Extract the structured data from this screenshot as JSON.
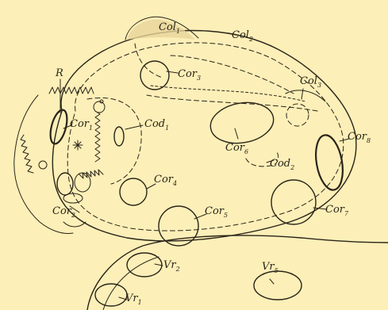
{
  "figure": {
    "labels": {
      "R": "R",
      "col1": {
        "base": "Col",
        "sub": "1"
      },
      "col2": {
        "base": "Col",
        "sub": "2"
      },
      "col3": {
        "base": "Col",
        "sub": "3"
      },
      "cor1": {
        "base": "Cor",
        "sub": "1"
      },
      "cor2": {
        "base": "Cor",
        "sub": "2"
      },
      "cor3": {
        "base": "Cor",
        "sub": "3"
      },
      "cor4": {
        "base": "Cor",
        "sub": "4"
      },
      "cor5": {
        "base": "Cor",
        "sub": "5"
      },
      "cor6": {
        "base": "Cor",
        "sub": "6"
      },
      "cor7": {
        "base": "Cor",
        "sub": "7"
      },
      "cor8": {
        "base": "Cor",
        "sub": "8"
      },
      "cod1": {
        "base": "Cod",
        "sub": "1"
      },
      "cod2": {
        "base": "Cod",
        "sub": "2"
      },
      "vr1": {
        "base": "Vr",
        "sub": "1"
      },
      "vr2": {
        "base": "Vr",
        "sub": "2"
      },
      "vr5": {
        "base": "Vr",
        "sub": "5"
      }
    },
    "colors": {
      "background": "#fcefb8",
      "ink": "#2a2418",
      "shading": "#e7d59a"
    }
  }
}
